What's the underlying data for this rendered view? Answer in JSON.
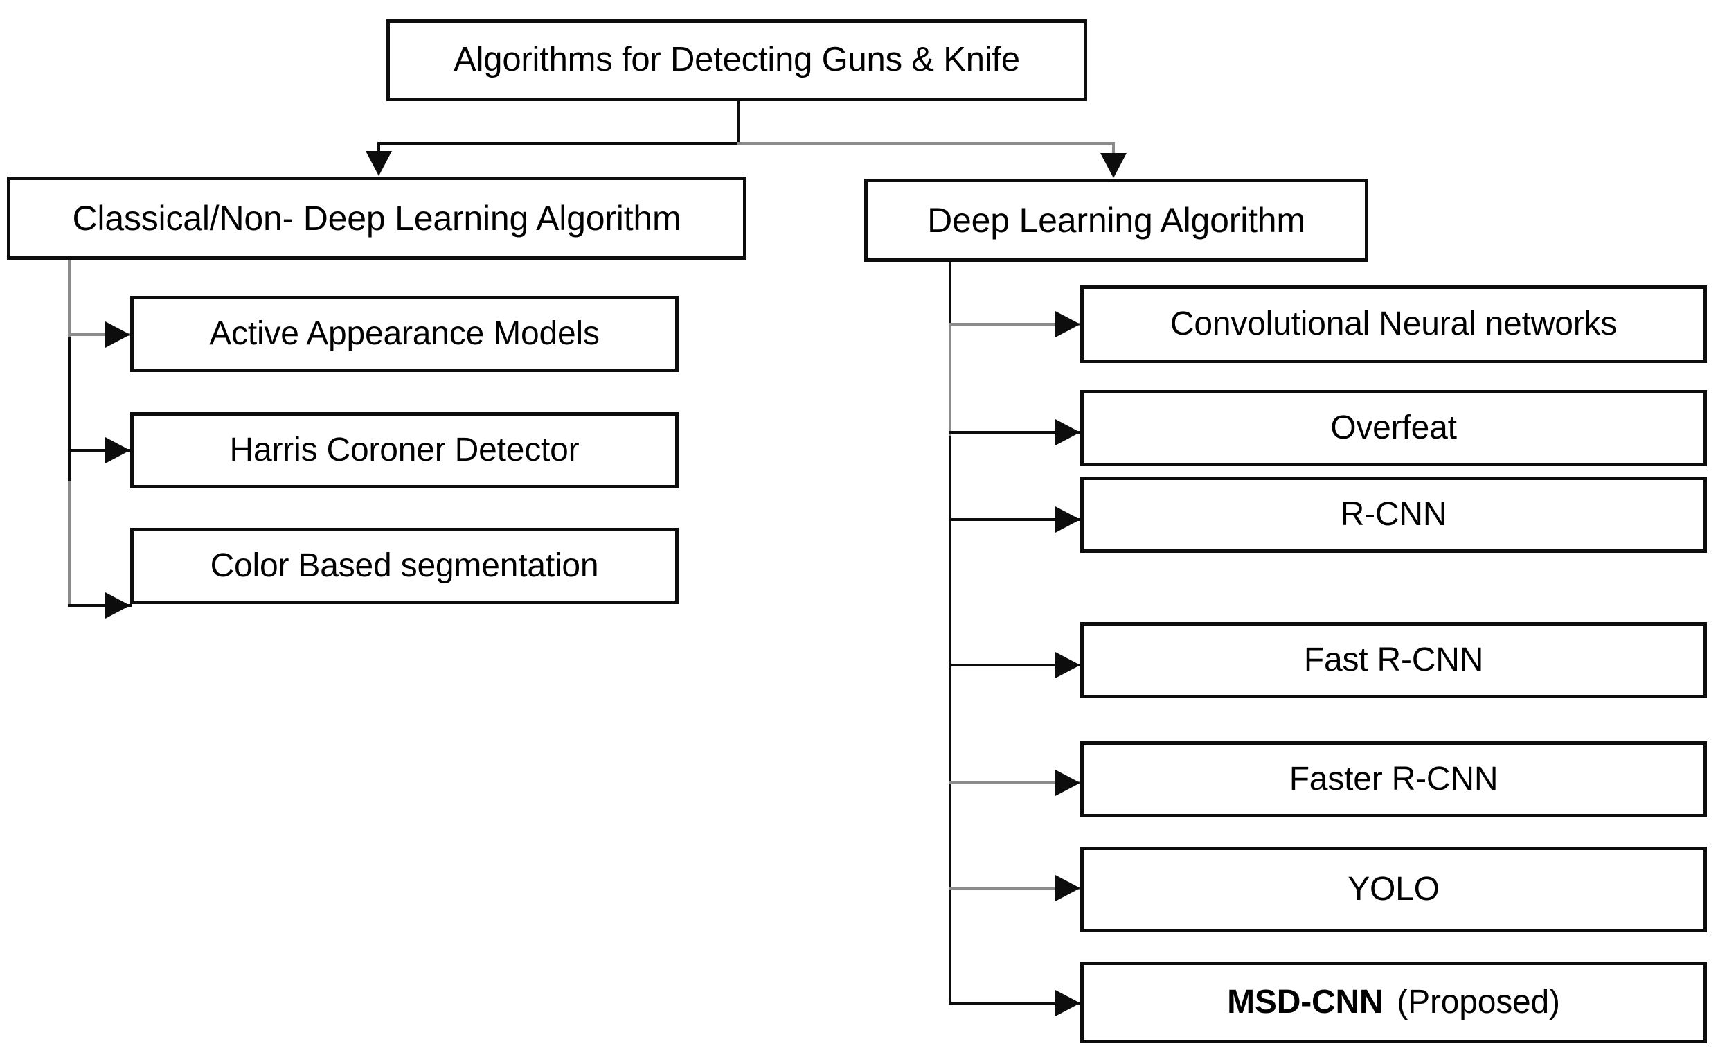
{
  "diagram": {
    "root": {
      "label": "Algorithms for Detecting Guns & Knife"
    },
    "branches": [
      {
        "id": "classical",
        "label": "Classical/Non- Deep Learning Algorithm",
        "children": [
          {
            "id": "aam",
            "label": "Active Appearance Models"
          },
          {
            "id": "harris",
            "label": "Harris Coroner Detector"
          },
          {
            "id": "color",
            "label": "Color Based segmentation"
          }
        ]
      },
      {
        "id": "deep",
        "label": "Deep Learning Algorithm",
        "children": [
          {
            "id": "cnn",
            "label": "Convolutional Neural networks"
          },
          {
            "id": "overfeat",
            "label": "Overfeat"
          },
          {
            "id": "rcnn",
            "label": "R-CNN"
          },
          {
            "id": "fastrcnn",
            "label": "Fast R-CNN"
          },
          {
            "id": "fasterrcnn",
            "label": "Faster R-CNN"
          },
          {
            "id": "yolo",
            "label": "YOLO"
          },
          {
            "id": "msdcnn",
            "label": "MSD-CNN(Proposed)",
            "emphasis": "MSD-CNN",
            "suffix": "(Proposed)"
          }
        ]
      }
    ],
    "style": {
      "line_color": "#0d0d0d",
      "line_color_soft": "#8c8c8c",
      "box_border_color": "#0d0d0d",
      "box_fill": "#ffffff",
      "background": "#ffffff"
    }
  }
}
